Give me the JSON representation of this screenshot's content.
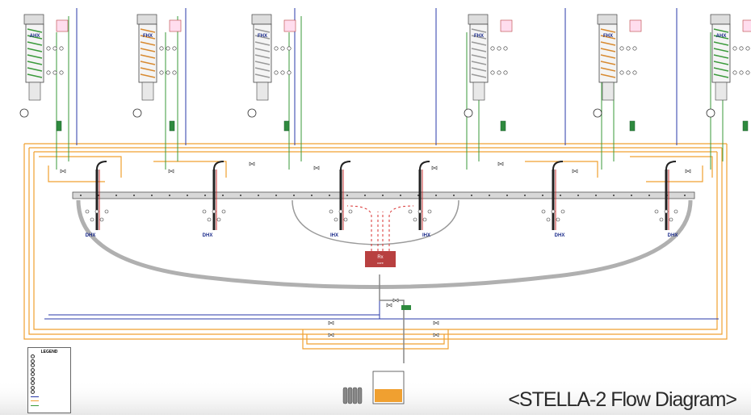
{
  "caption": "<STELLA-2 Flow Diagram>",
  "heat_exchangers": {
    "top": [
      "AHX",
      "FHX",
      "FHX",
      "FHX",
      "FHX",
      "AHX"
    ],
    "pool": [
      "DHX",
      "DHX",
      "IHX",
      "IHX",
      "DHX",
      "DHX"
    ]
  },
  "core_label": "Rx\ncore",
  "legend_title": "LEGEND",
  "colors": {
    "orange_line": "#f0a030",
    "blue_line": "#2a3aa8",
    "green_line": "#3a9a3a",
    "red_line": "#d83030",
    "vessel_gray": "#b8b8b8",
    "core_red": "#b84040",
    "meter_green": "#2e8a3e"
  }
}
